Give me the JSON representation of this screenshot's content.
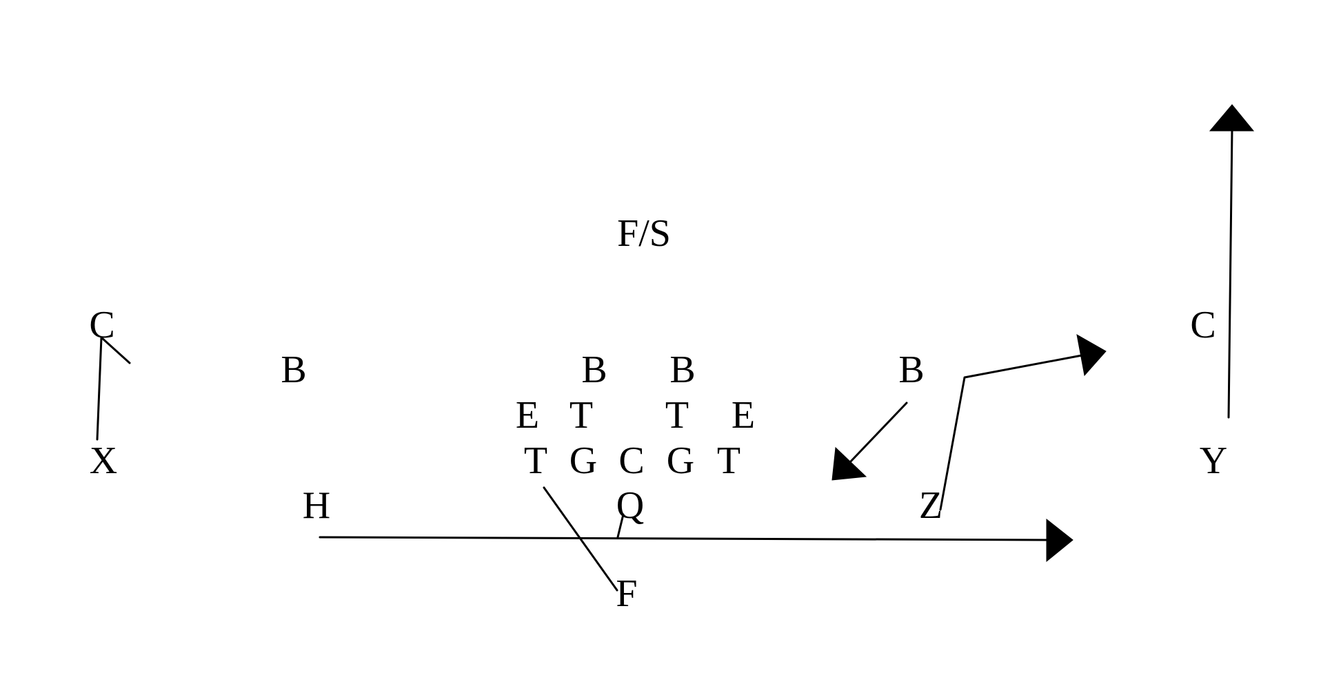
{
  "diagram": {
    "colors": {
      "background": "#ffffff",
      "ink": "#000000"
    },
    "defense": {
      "free_safety": "F/S",
      "left_corner": "C",
      "right_corner": "C",
      "backer_far_left": "B",
      "backer_inside_left": "B",
      "backer_inside_right": "B",
      "backer_far_right": "B",
      "end_left": "E",
      "tackle_left": "T",
      "tackle_right": "T",
      "end_right": "E"
    },
    "offense": {
      "x_receiver": "X",
      "y_receiver": "Y",
      "z_receiver": "Z",
      "h_back": "H",
      "quarterback": "Q",
      "fullback": "F",
      "left_tackle": "T",
      "left_guard": "G",
      "center": "C",
      "right_guard": "G",
      "right_tackle": "T"
    }
  }
}
